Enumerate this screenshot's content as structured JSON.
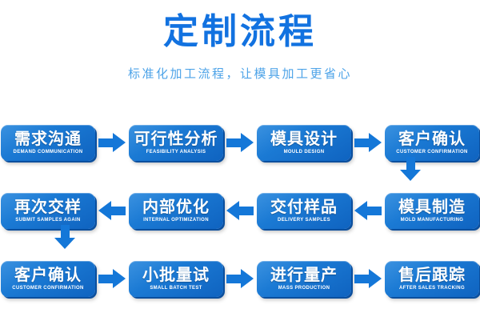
{
  "header": {
    "title": "定制流程",
    "subtitle": "标准化加工流程，让模具加工更省心",
    "title_color": "#1272e0",
    "subtitle_color": "#4da3e8"
  },
  "theme": {
    "box_blue": "#1b7ad4",
    "box_blue_light": "#3b92e0",
    "box_blue_dark": "#0f63c0",
    "arrow_blue": "#1477d8",
    "background": "#ffffff",
    "text_on_box": "#ffffff"
  },
  "flow": {
    "rows": [
      {
        "direction": "right",
        "steps": [
          {
            "cn": "需求沟通",
            "en": "DEMAND COMMUNICATION"
          },
          {
            "cn": "可行性分析",
            "en": "FEASIBILITY ANALYSIS"
          },
          {
            "cn": "模具设计",
            "en": "MOULD DESIGN"
          },
          {
            "cn": "客户确认",
            "en": "CUSTOMER CONFIRMATION"
          }
        ]
      },
      {
        "direction": "left",
        "steps": [
          {
            "cn": "再次交样",
            "en": "SUBMIT SAMPLES AGAIN"
          },
          {
            "cn": "内部优化",
            "en": "INTERNAL OPTIMIZATION"
          },
          {
            "cn": "交付样品",
            "en": "DELIVERY SAMPLES"
          },
          {
            "cn": "模具制造",
            "en": "MOLD MANUFACTURING"
          }
        ]
      },
      {
        "direction": "right",
        "steps": [
          {
            "cn": "客户确认",
            "en": "CUSTOMER CONFIRMATION"
          },
          {
            "cn": "小批量试",
            "en": "SMALL BATCH TEST"
          },
          {
            "cn": "进行量产",
            "en": "MASS PRODUCTION"
          },
          {
            "cn": "售后跟踪",
            "en": "AFTER SALES TRACKING"
          }
        ]
      }
    ],
    "connectors": [
      {
        "name": "connector-row1-to-row2",
        "direction": "down",
        "from": "客户确认",
        "to": "模具制造"
      },
      {
        "name": "connector-row2-to-row3",
        "direction": "down",
        "from": "再次交样",
        "to": "客户确认"
      }
    ]
  }
}
